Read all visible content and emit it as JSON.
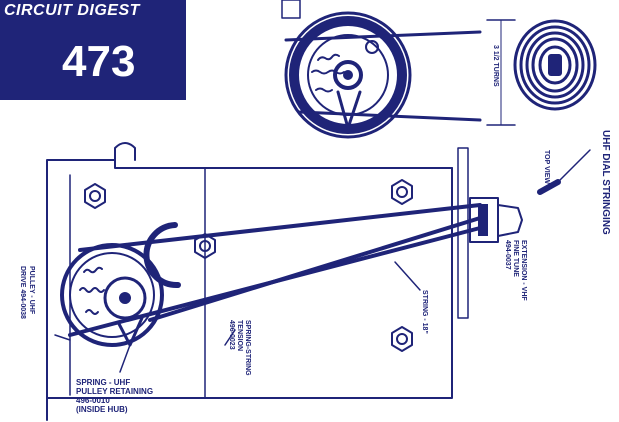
{
  "badge": {
    "title": "CIRCUIT DIGEST",
    "number": "473"
  },
  "labels": {
    "title": "UHF DIAL STRINGING",
    "top_view": "TOP VIEW",
    "turns": "3 1/2 TURNS",
    "string": "STRING - 18\"",
    "extension": [
      "EXTENSION - VHF",
      "FINE TUNE",
      "494-0037"
    ],
    "spring_string": [
      "SPRING-STRING",
      "TENSION",
      "496-0023"
    ],
    "pulley": [
      "PULLEY - UHF",
      "DRIVE 494-0038"
    ],
    "spring_uhf": [
      "SPRING - UHF",
      "PULLEY RETAINING",
      "496-0010",
      "(INSIDE HUB)"
    ]
  },
  "colors": {
    "ink": "#1f2478",
    "badge": "#1f2478"
  }
}
